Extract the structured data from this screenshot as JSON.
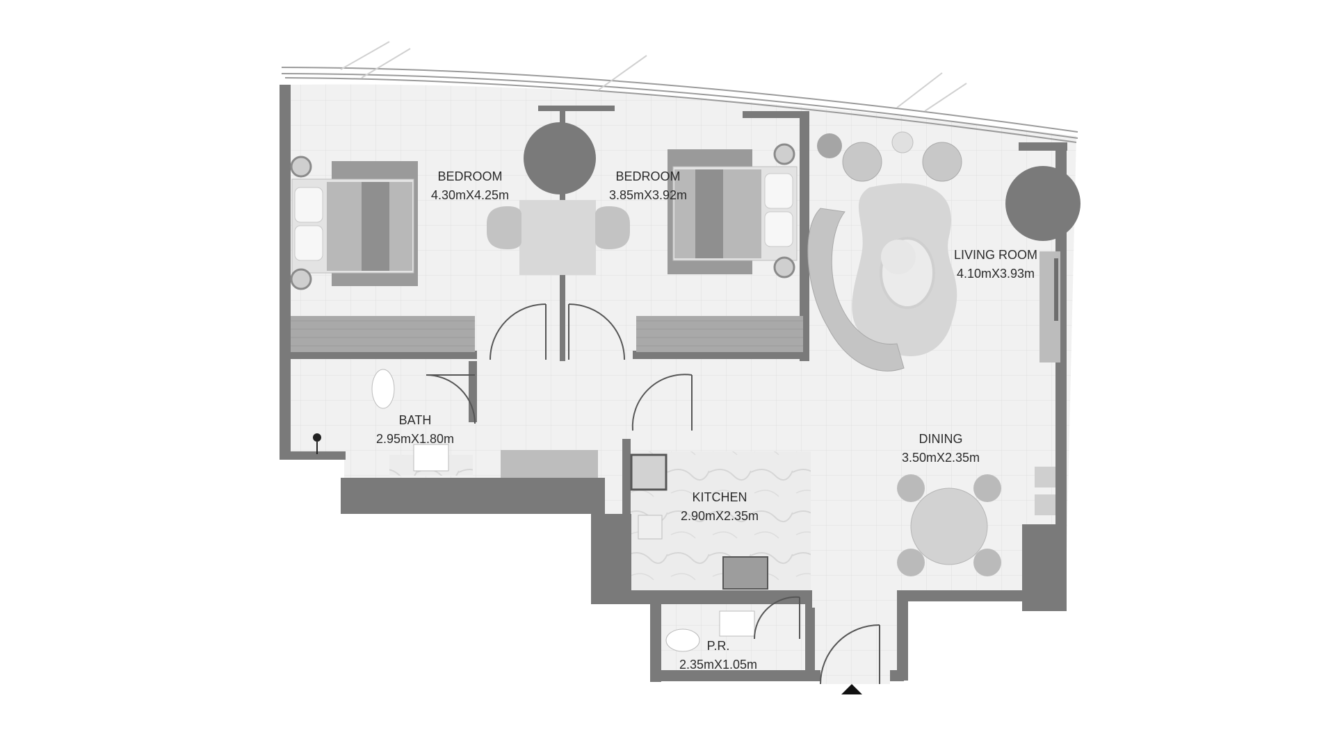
{
  "plan": {
    "rooms": [
      {
        "name": "BEDROOM",
        "dims": "4.30mX4.25m"
      },
      {
        "name": "BEDROOM",
        "dims": "3.85mX3.92m"
      },
      {
        "name": "LIVING ROOM",
        "dims": "4.10mX3.93m"
      },
      {
        "name": "BATH",
        "dims": "2.95mX1.80m"
      },
      {
        "name": "DINING",
        "dims": "3.50mX2.35m"
      },
      {
        "name": "KITCHEN",
        "dims": "2.90mX2.35m"
      },
      {
        "name": "P.R.",
        "dims": "2.35mX1.05m"
      }
    ]
  },
  "colors": {
    "wall": "#7a7a7a",
    "floor": "#f1f1f1",
    "tile_line": "#dedede",
    "furniture_dark": "#8c8c8c",
    "furniture_light": "#c9c9c9",
    "text": "#2a2a2a"
  }
}
